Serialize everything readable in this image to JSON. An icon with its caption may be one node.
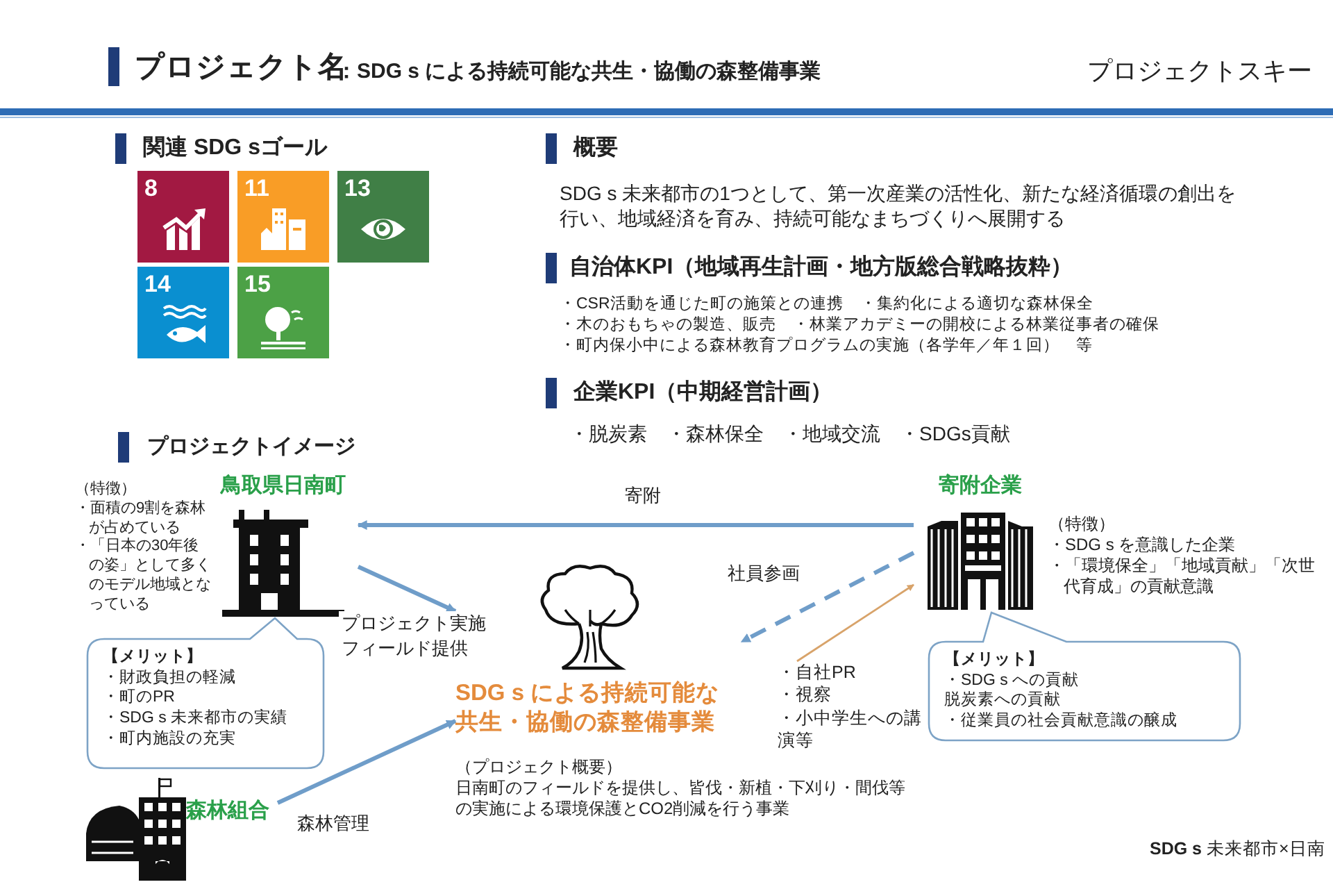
{
  "diagram": {
    "title": "プロジェクト名",
    "nodes": [
      {
        "text": [
          "鳥取県日南町"
        ],
        "beside": [
          "（特徴）",
          "・面積の9割を森林が占めている",
          "・「日本の30年後の姿」として多くのモデル地域となっている"
        ]
      },
      {
        "text": [
          "【メリット】",
          "・財政負担の軽減",
          "・町のPR",
          "・SDG s 未来都市の実績",
          "・町内施設の充実"
        ]
      },
      {
        "text": [
          "寄附企業"
        ],
        "beside": [
          "（特徴）",
          "・SDG s を意識した企業",
          "・「環境保全」「地域貢献」「次世代育成」の貢献意識"
        ]
      },
      {
        "text": [
          "【メリット】",
          "・SDG s への貢献",
          "脱炭素への貢献",
          "・従業員の社会貢献意識の醸成"
        ]
      },
      {
        "text": [
          "SDG s による持続可能な共生・協働の森整備事業"
        ],
        "beside": [
          "（プロジェクト概要）",
          "日南町のフィールドを提供し、皆伐・新植・下刈り・間伐等の実施による環境保護とCO2削減を行う事業"
        ]
      },
      {
        "text": [
          "森林組合"
        ]
      },
      {
        "text": [
          "・自社PR",
          "・視察",
          "・小中学生への講演等"
        ]
      }
    ],
    "edges": [
      {
        "from": 2,
        "to": 0,
        "arrow": "to",
        "label": "寄附"
      },
      {
        "from": 0,
        "to": 4,
        "arrow": "to",
        "label": "プロジェクト実施フィールド提供"
      },
      {
        "from": 2,
        "to": 4,
        "arrow": "to",
        "label": "社員参画",
        "style": "dashed"
      },
      {
        "from": 6,
        "to": 2,
        "arrow": "to",
        "color": "#d8a36a"
      },
      {
        "from": 5,
        "to": 4,
        "arrow": "to",
        "label": "森林管理"
      }
    ],
    "labels": [
      "：SDG s による持続可能な共生・協働の森整備事業",
      "プロジェクトスキー",
      "関連 SDG sゴール",
      "8",
      "11",
      "13",
      "14",
      "15",
      "概要",
      "SDG s 未来都市の1つとして、第一次産業の活性化、新たな経済循環の創出を行い、地域経済を育み、持続可能なまちづくりへ展開する",
      "自治体KPI（地域再生計画・地方版総合戦略抜粋）",
      "・CSR活動を通じた町の施策との連携　・集約化による適切な森林保全",
      "・木のおもちゃの製造、販売　・林業アカデミーの開校による林業従事者の確保",
      "・町内保小中による森林教育プログラムの実施（各学年／年１回）　等",
      "企業KPI（中期経営計画）",
      "・脱炭素　・森林保全　・地域交流　・SDGs貢献",
      "プロジェクトイメージ",
      "**SDG s** 未来都市×日南"
    ]
  }
}
